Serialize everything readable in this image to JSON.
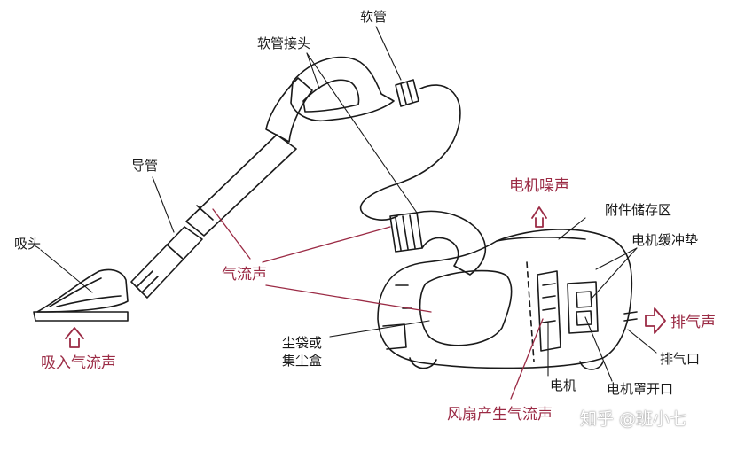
{
  "labels": {
    "soft_hose": "软管",
    "hose_connector": "软管接头",
    "guide_tube": "导管",
    "suction_head": "吸头",
    "airflow_noise": "气流声",
    "intake_airflow_noise": "吸入气流声",
    "motor_noise": "电机噪声",
    "accessory_storage": "附件储存区",
    "motor_damping_pad": "电机缓冲垫",
    "exhaust_noise": "排气声",
    "exhaust_port": "排气口",
    "dust_bag": "尘袋或\n集尘盒",
    "motor": "电机",
    "motor_cover_opening": "电机罩开口",
    "fan_airflow_noise": "风扇产生气流声"
  },
  "watermark": "知乎 @班小七",
  "colors": {
    "ink": "#1a1a1a",
    "accent": "#9b2b45",
    "background": "#ffffff"
  }
}
